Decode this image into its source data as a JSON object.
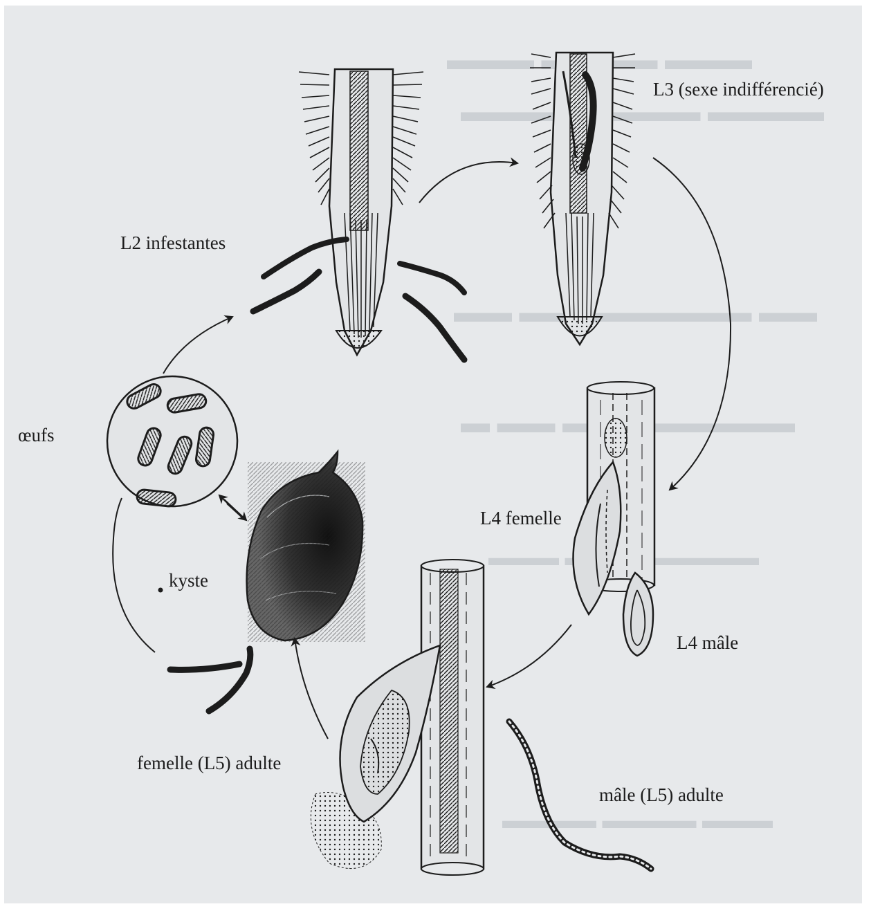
{
  "labels": {
    "l3": "L3 (sexe indifférencié)",
    "l2": "L2 infestantes",
    "oeufs": "œufs",
    "l4_femelle": "L4 femelle",
    "kyste": "kyste",
    "l4_male": "L4 mâle",
    "femelle_adulte": "femelle (L5) adulte",
    "male_adulte": "mâle (L5) adulte"
  },
  "colors": {
    "background": "#e7e9eb",
    "ink": "#1c1c1c",
    "bleed_text": "#b7bcc3"
  }
}
